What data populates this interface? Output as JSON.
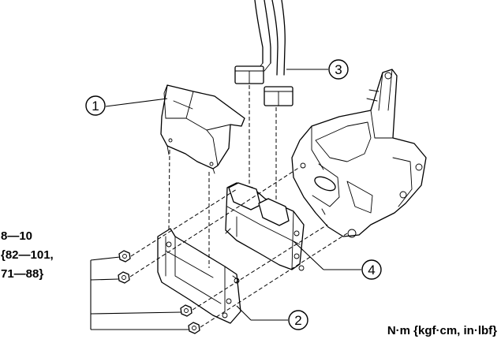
{
  "torque": {
    "line1": "8—10",
    "line2": "{82—101,",
    "line3": "71—88}"
  },
  "unit_label": "N·m {kgf·cm, in·lbf}",
  "callouts": {
    "c1": "1",
    "c2": "2",
    "c3": "3",
    "c4": "4"
  }
}
